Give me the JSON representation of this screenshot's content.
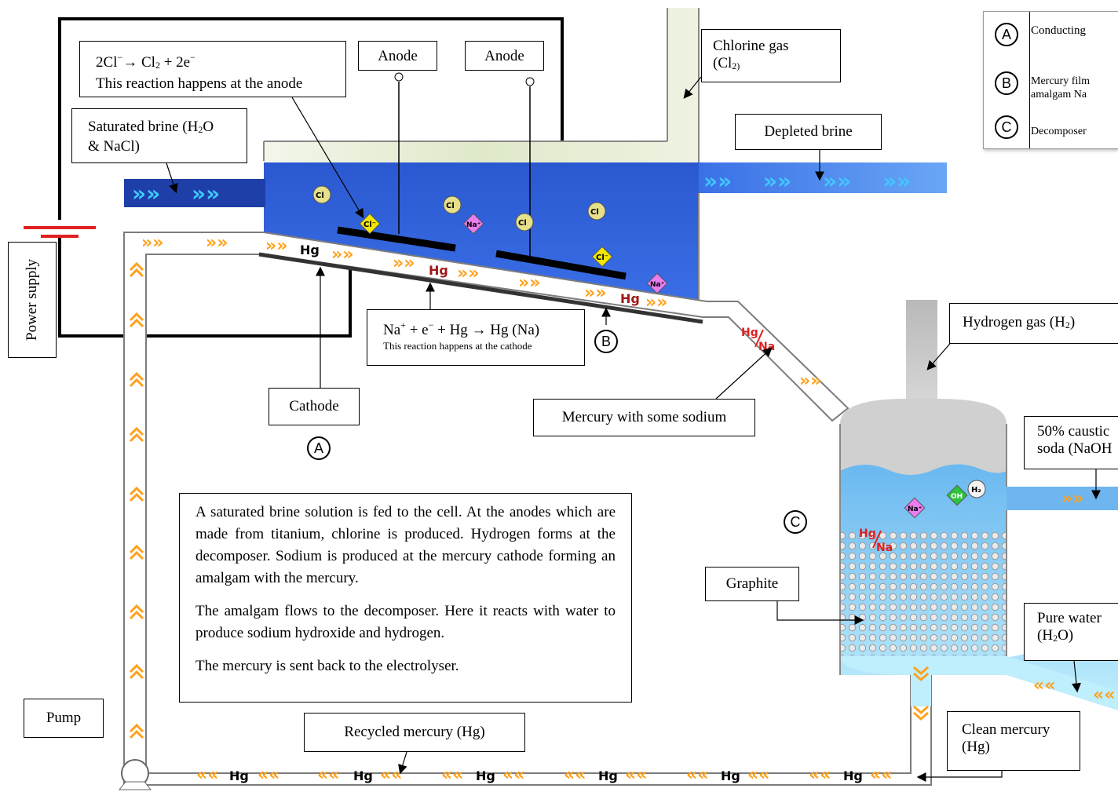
{
  "reaction_anode": {
    "line1_prefix": "2Cl",
    "line1_sup": "−",
    "line1_mid": "→ Cl",
    "line1_sub": "2",
    "line1_suffix": " + 2e",
    "line1_sup2": "−",
    "line2": "This reaction happens at the anode"
  },
  "anode_label_1": "Anode",
  "anode_label_2": "Anode",
  "chlorine_gas": {
    "line1": "Chlorine gas",
    "formula_prefix": "(Cl",
    "formula_sub": "2)"
  },
  "saturated_brine": {
    "line1_prefix": "Saturated brine (H",
    "line1_sub": "2",
    "line1_suffix": "O",
    "line2": "& NaCl)"
  },
  "depleted_brine": "Depleted brine",
  "power_supply": "Power supply",
  "reaction_cathode": {
    "line1_a": "Na",
    "line1_sup_a": "+",
    "line1_b": " + e",
    "line1_sup_b": "−",
    "line1_c": " + Hg → Hg (Na)",
    "line2": "This reaction happens at the cathode"
  },
  "cathode_label": "Cathode",
  "mercury_sodium": "Mercury with some sodium",
  "hydrogen_gas": {
    "prefix": "Hydrogen gas (H",
    "sub": "2",
    "suffix": ")"
  },
  "caustic_soda": {
    "line1": "50% caustic",
    "line2": "soda (NaOH"
  },
  "graphite": "Graphite",
  "pure_water": {
    "line1": "Pure water",
    "line2_prefix": "(H",
    "line2_sub": "2",
    "line2_suffix": "O)"
  },
  "clean_mercury": {
    "line1": "Clean mercury",
    "line2": "(Hg)"
  },
  "recycled_mercury": "Recycled mercury (Hg)",
  "pump": "Pump",
  "description": {
    "p1": "A saturated brine solution is fed to the cell.  At the anodes which are made from titanium, chlorine is produced. Hydrogen forms at the decomposer.  Sodium is produced at the mercury cathode forming an amalgam with the mercury.",
    "p2": "The amalgam flows to the decomposer. Here it reacts with water to produce sodium hydroxide and hydrogen.",
    "p3": "The mercury is sent back to the electrolyser."
  },
  "legend": {
    "a_letter": "A",
    "a_text": "Conducting",
    "b_letter": "B",
    "b_text1": "Mercury film",
    "b_text2": "amalgam Na",
    "c_letter": "C",
    "c_text": "Decomposer"
  },
  "markers": {
    "a": "A",
    "b": "B",
    "c": "C"
  },
  "ions": {
    "cl2": "Cl2",
    "cl_minus": "Cl-",
    "na_plus": "Na+",
    "oh": "OH",
    "h2": "H2",
    "hg": "Hg",
    "na": "Na"
  },
  "colors": {
    "brine": "#2f5fd8",
    "brine_dark": "#1e3fa8",
    "gas": "#e6edd6",
    "steam": "#c6c6c6",
    "water_light": "#b7ecf8",
    "chevron": "#ffa11c",
    "arrow_cyan": "#41c8ff",
    "cl2_ball": "#e6e08a",
    "cl_diamond": "#f3e600",
    "na_diamond": "#ea7cf0",
    "oh_diamond": "#2cc43a",
    "power_red": "#e02020",
    "hg_red": "#a01818"
  }
}
